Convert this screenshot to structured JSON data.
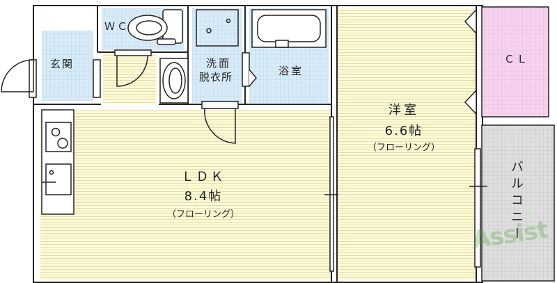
{
  "rooms": {
    "wc": "ＷＣ",
    "entrance": "玄関",
    "washroom_line1": "洗面",
    "washroom_line2": "脱衣所",
    "bath": "浴室",
    "bedroom_name": "洋室",
    "bedroom_size": "6.6帖",
    "bedroom_floor": "（フローリング）",
    "closet": "ＣＬ",
    "ldk_name": "ＬＤＫ",
    "ldk_size": "8.4帖",
    "ldk_floor": "（フローリング）",
    "balcony": "バルコニー"
  },
  "watermark": {
    "text": "Assist"
  },
  "colors": {
    "floor_yellow": "#fefbd6",
    "grid_blue": "#cfe5f3",
    "closet_pink": "#f6d3ee",
    "balcony_gray": "#d9d9d9",
    "wall": "#222222",
    "watermark_green": "#3f9b2f"
  }
}
